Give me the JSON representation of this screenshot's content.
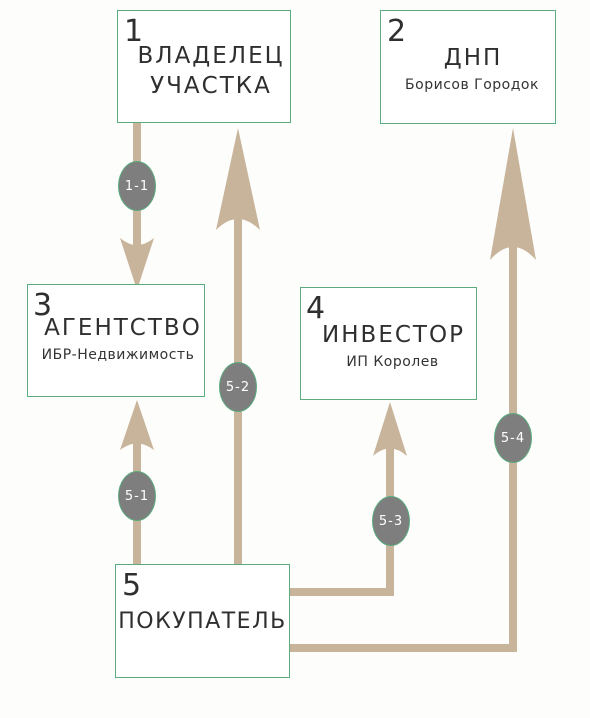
{
  "boxes": {
    "b1": {
      "num": "1",
      "title_l1": "ВЛАДЕЛЕЦ",
      "title_l2": "УЧАСТКА"
    },
    "b2": {
      "num": "2",
      "title": "ДНП",
      "sub": "Борисов Городок"
    },
    "b3": {
      "num": "3",
      "title": "АГЕНТСТВО",
      "sub": "ИБР-Недвижимость"
    },
    "b4": {
      "num": "4",
      "title": "ИНВЕСТОР",
      "sub": "ИП Королев"
    },
    "b5": {
      "num": "5",
      "title": "ПОКУПАТЕЛЬ"
    }
  },
  "badges": {
    "f11": "1-1",
    "f51": "5-1",
    "f52": "5-2",
    "f53": "5-3",
    "f54": "5-4"
  },
  "colors": {
    "arrow": "#c8b49a",
    "border": "#5aab7e",
    "badge": "#7e7e7e"
  }
}
